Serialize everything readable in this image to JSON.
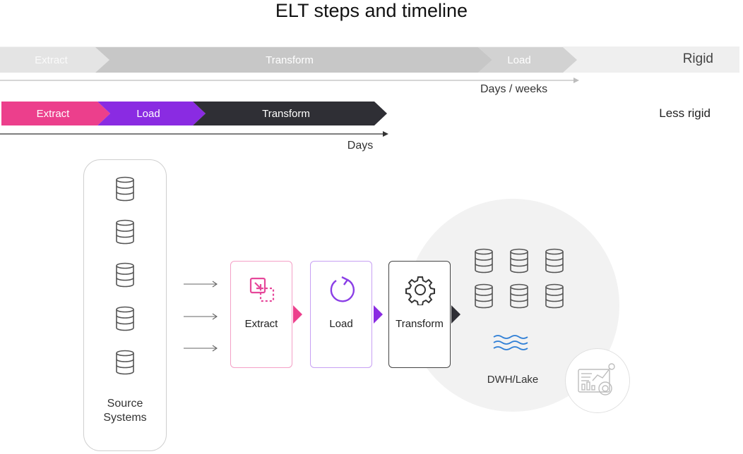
{
  "title": "ELT steps and timeline",
  "timeline": {
    "rigid": {
      "label": "Rigid",
      "steps": [
        "Extract",
        "Transform",
        "Load"
      ],
      "axis_label": "Days / weeks",
      "colors": [
        "#e4e4e4",
        "#c7c7c7",
        "#d2d2d2"
      ]
    },
    "less_rigid": {
      "label": "Less rigid",
      "steps": [
        "Extract",
        "Load",
        "Transform"
      ],
      "axis_label": "Days",
      "colors": [
        "#ec3f8c",
        "#8a2be2",
        "#2f2f35"
      ]
    }
  },
  "diagram": {
    "source_label": "Source\nSystems",
    "steps": [
      {
        "label": "Extract",
        "icon": "extract-icon",
        "color": "#e6479a"
      },
      {
        "label": "Load",
        "icon": "refresh-icon",
        "color": "#8a3ee6"
      },
      {
        "label": "Transform",
        "icon": "gear-icon",
        "color": "#333333"
      }
    ],
    "lake_label": "DWH/Lake",
    "analytics_icon": "analytics-dashboard-icon"
  }
}
